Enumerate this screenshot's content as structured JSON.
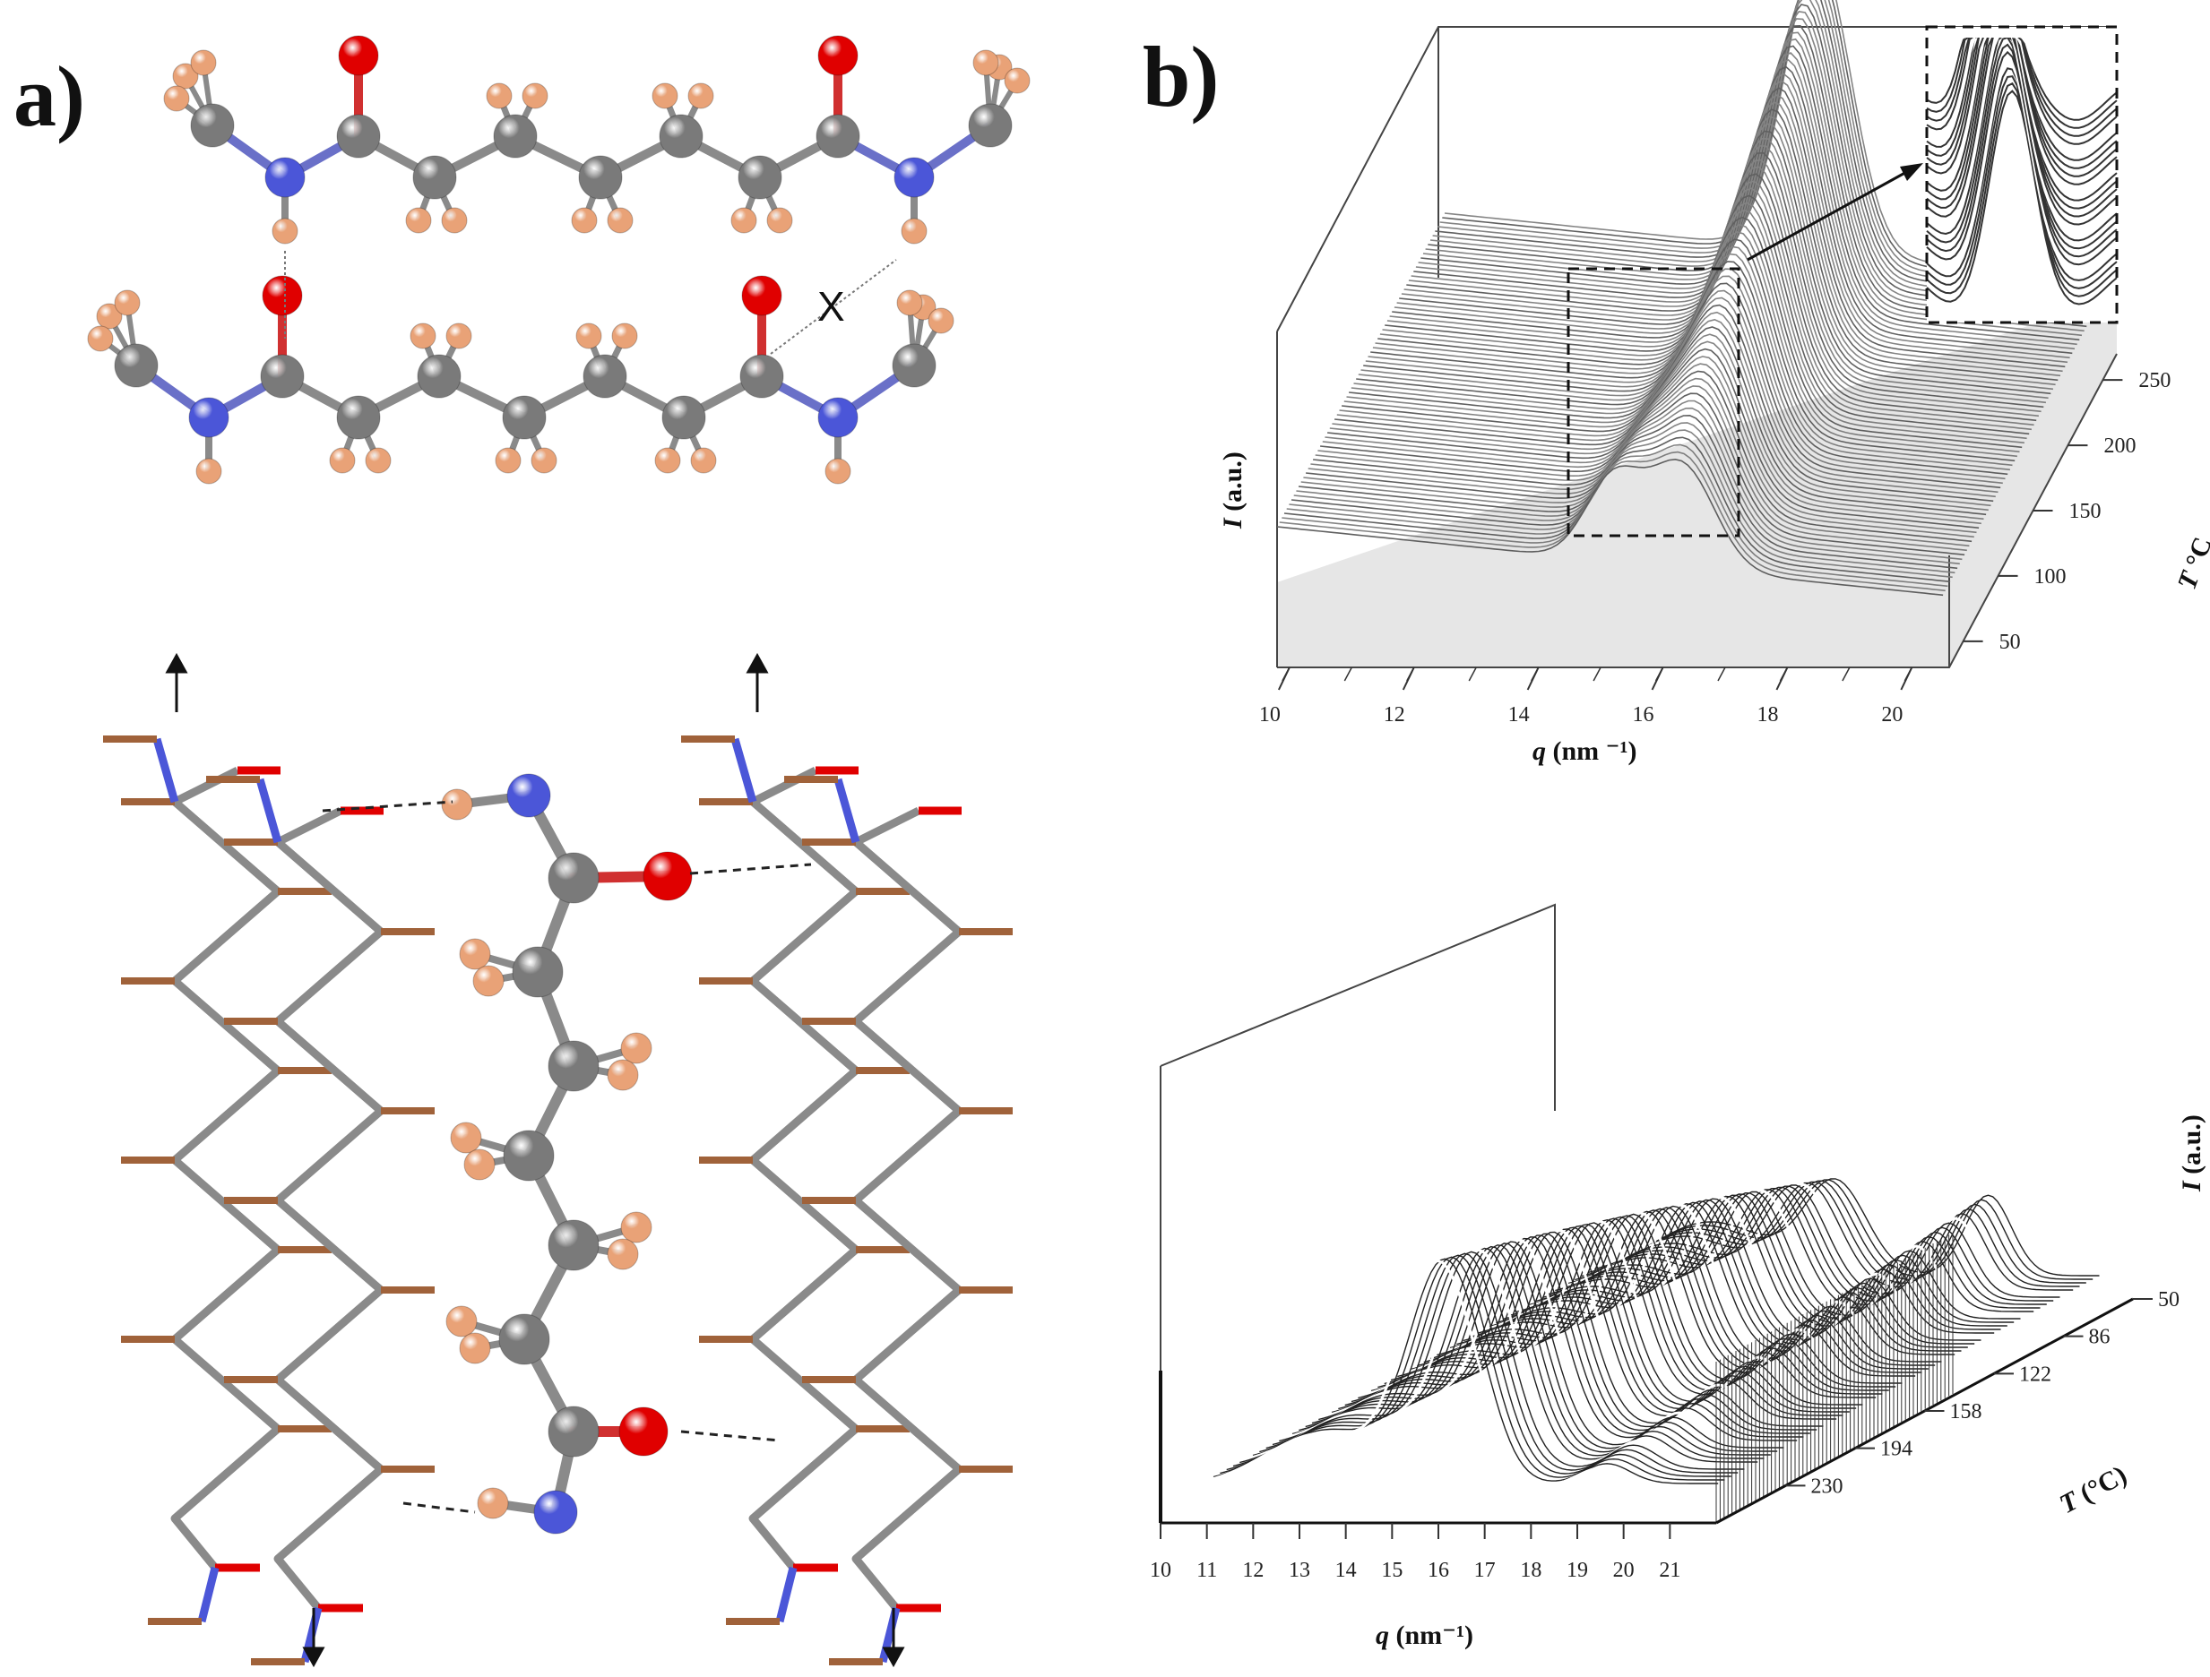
{
  "figure": {
    "panel_a_label": "a)",
    "panel_b_label": "b)",
    "hbond_break_mark": "X"
  },
  "colors": {
    "carbon": "#7a7a7a",
    "nitrogen": "#4b56d8",
    "oxygen": "#e00000",
    "hydrogen": "#e9a277",
    "bond": "#8a8a8a"
  },
  "chart_data": [
    {
      "type": "area",
      "panel": "b-top",
      "xlabel_italic": "q",
      "xlabel_unit": " (nm ⁻¹)",
      "ylabel_italic": "I",
      "ylabel_unit": " (a.u.)",
      "zlabel_italic": "T",
      "zlabel_unit": " °C",
      "x_ticks": [
        "10",
        "12",
        "14",
        "16",
        "18",
        "20"
      ],
      "z_ticks": [
        "50",
        "100",
        "150",
        "200",
        "250"
      ],
      "xlim": [
        9.8,
        20.6
      ],
      "zlim": [
        30,
        270
      ],
      "peak_q": 16.3,
      "has_inset": true
    },
    {
      "type": "area",
      "panel": "b-bottom",
      "xlabel_italic": "q",
      "xlabel_unit": " (nm⁻¹)",
      "ylabel_italic": "I",
      "ylabel_unit": " (a.u.)",
      "zlabel_italic": "T",
      "zlabel_unit": " (°C)",
      "x_ticks": [
        "10",
        "11",
        "12",
        "13",
        "14",
        "15",
        "16",
        "17",
        "18",
        "19",
        "20",
        "21"
      ],
      "z_ticks": [
        "50",
        "86",
        "122",
        "158",
        "194",
        "230"
      ],
      "xlim": [
        10,
        22
      ],
      "zlim": [
        50,
        266
      ],
      "peak_q": 15.8,
      "secondary_peak_q": 19.5
    }
  ]
}
